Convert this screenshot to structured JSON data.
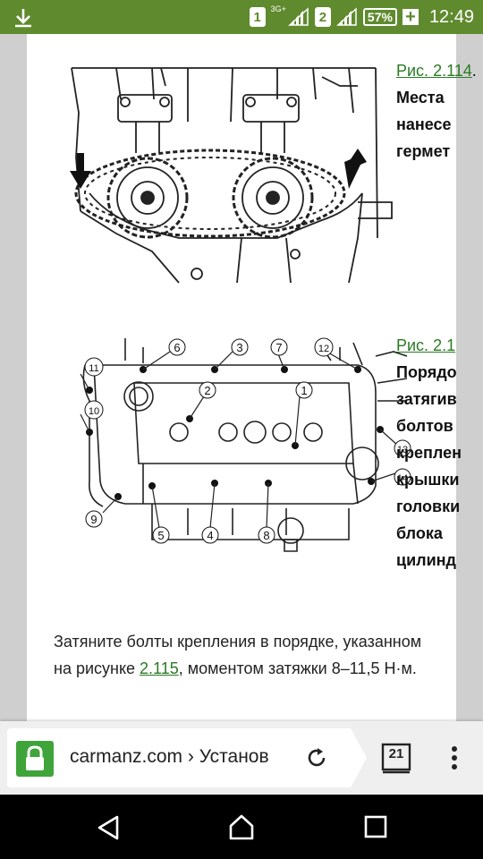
{
  "status_bar": {
    "sim1": "1",
    "sim2": "2",
    "network": "3G+",
    "battery": "57%",
    "charging_symbol": "+",
    "time": "12:49"
  },
  "figures": [
    {
      "caption_link": "Рис. 2.114",
      "caption_suffix": ".",
      "caption_lines": [
        "Места",
        "нанесе",
        "гермет"
      ]
    },
    {
      "caption_link": "Рис. 2.1",
      "caption_lines": [
        "Порядо",
        "затягив",
        "болтов",
        "креплен",
        "крышки",
        "головки",
        "блока",
        "цилинд"
      ],
      "callouts": [
        "1",
        "2",
        "3",
        "4",
        "5",
        "6",
        "7",
        "8",
        "9",
        "10",
        "11",
        "12",
        "13",
        "14"
      ]
    }
  ],
  "paragraph": {
    "before": "Затяните болты крепления в порядке, указанном на рисунке ",
    "link": "2.115",
    "after": ", моментом затяжки 8–11,5 Н·м."
  },
  "browser": {
    "url": "carmanz.com › Установ",
    "tab_count": "21"
  },
  "colors": {
    "status_bar": "#5f8a2e",
    "link": "#2a7a24",
    "lock": "#3fa43a"
  },
  "icons": [
    "download-icon",
    "signal-icon",
    "lock-icon",
    "reload-icon",
    "tabs-icon",
    "menu-icon",
    "back-icon",
    "home-icon",
    "recents-icon"
  ]
}
